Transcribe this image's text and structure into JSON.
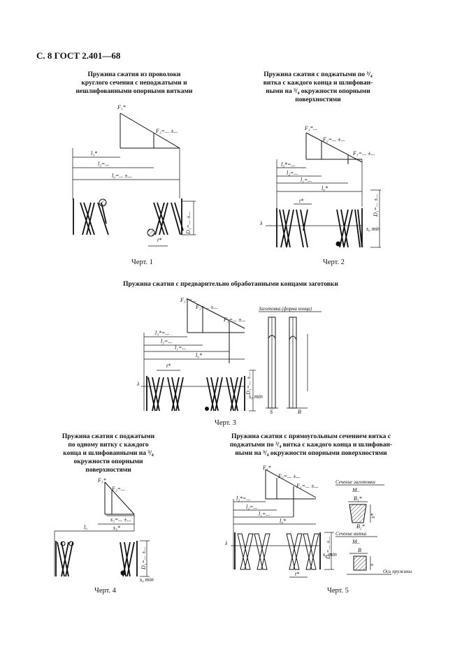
{
  "header": {
    "page_title": "С. 8 ГОСТ 2.401—68"
  },
  "figures": [
    {
      "caption_lines": [
        "Пружина сжатия из проволоки",
        "круглого сечения с неподжатыми и",
        "нешлифованными опорными витками"
      ],
      "chert": "Черт. 1",
      "labels": {
        "f3": "F₃*",
        "f2": "F₂=... ±...",
        "l3": "l₃*",
        "l2": "l₂=...",
        "l0": "l₀=... ±...",
        "d1": "D₁=... ±...",
        "t": "t*"
      }
    },
    {
      "caption_lines": [
        "Пружина сжатия с поджатыми по ³/₄",
        "витка с каждого конца и шлифован-",
        "ными на ³/₄ окружности опорными",
        "поверхностями"
      ],
      "chert": "Черт. 2",
      "labels": {
        "f3": "F₃*...",
        "f2": "F₂=... ±...",
        "f1": "F₁=... ±...",
        "l3": "l₃*=...",
        "l2": "l₂=...",
        "l1": "l₁=...",
        "l0": "l₀*",
        "t": "t*",
        "lambda": "λ",
        "d1": "D₁=... ±...",
        "smin": "s₀ min"
      }
    },
    {
      "caption_lines": [
        "Пружина сжатия с предварительно обработанными концами заготовки"
      ],
      "chert": "Черт. 3",
      "labels": {
        "f3": "F₃*=...",
        "f2": "F₂=... ±...",
        "f1": "F₁=... ±...",
        "l3": "l₃*=...",
        "l2": "l₂=...",
        "l1": "l₁=...",
        "l0": "l₀*",
        "t": "t*",
        "lambda": "λ",
        "d1": "D₁=... ±...",
        "smin": "s₀ min",
        "blank": "Заготовка (форма конца)",
        "s": "S",
        "b": "B"
      }
    },
    {
      "caption_lines": [
        "Пружина сжатия с поджатыми",
        "по одному витку с каждого",
        "конца и шлифованными на ³/₄",
        "окружности опорными",
        "поверхностями"
      ],
      "chert": "Черт. 4",
      "labels": {
        "f3": "F₃*",
        "f2": "F₂=...",
        "s2": "s₂=... ±...",
        "s3": "s₃*",
        "l0": "l₀",
        "d1": "D₁=... ±...",
        "smin": "s₀ min"
      }
    },
    {
      "caption_lines": [
        "Пружина сжатия с прямоугольным сечением витка с",
        "поджатыми по ³/₄ витка с каждого конца и шлифован-",
        "ными на ³/₄ окружности опорными поверхностями"
      ],
      "chert": "Черт. 5",
      "labels": {
        "f3": "F₃*",
        "f2": "F₂=... ±...",
        "f1": "F₁=... ±...",
        "l3": "l₃*=...",
        "l2": "l₂=...",
        "l1": "l₁=...",
        "l0": "l₀*",
        "t": "t*",
        "lambda": "λ",
        "d1": "D₁=... ±...",
        "smin": "s₀ min",
        "blank_section": "Сечение заготовки",
        "coil_section": "Сечение витка",
        "m1": "M..",
        "m2": "M..",
        "b1": "B₁*",
        "b2": "B₂*",
        "s": "s*",
        "s1": "s",
        "b": "B",
        "axis": "Ось пружины"
      }
    }
  ]
}
